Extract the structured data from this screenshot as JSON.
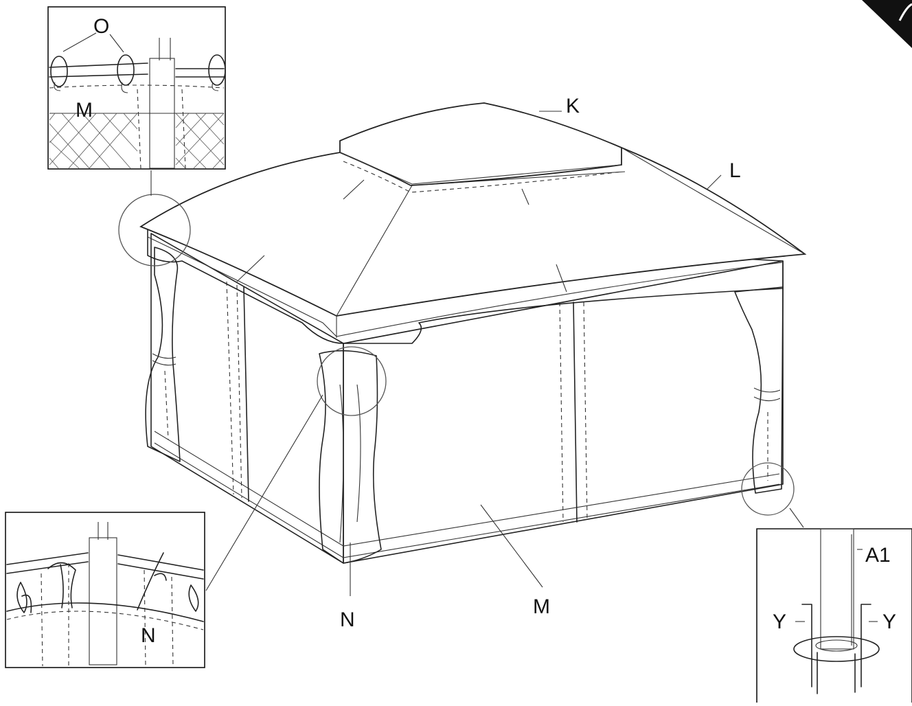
{
  "labels": {
    "canopy_top": "K",
    "canopy_main": "L",
    "netting": "M",
    "netting_detail": "M",
    "curtain": "N",
    "curtain_detail": "N",
    "rings": "O",
    "pole": "A1",
    "stake_left": "Y",
    "stake_right": "Y"
  },
  "colors": {
    "line": "#222222",
    "background": "#ffffff",
    "corner_mark": "#111111"
  }
}
